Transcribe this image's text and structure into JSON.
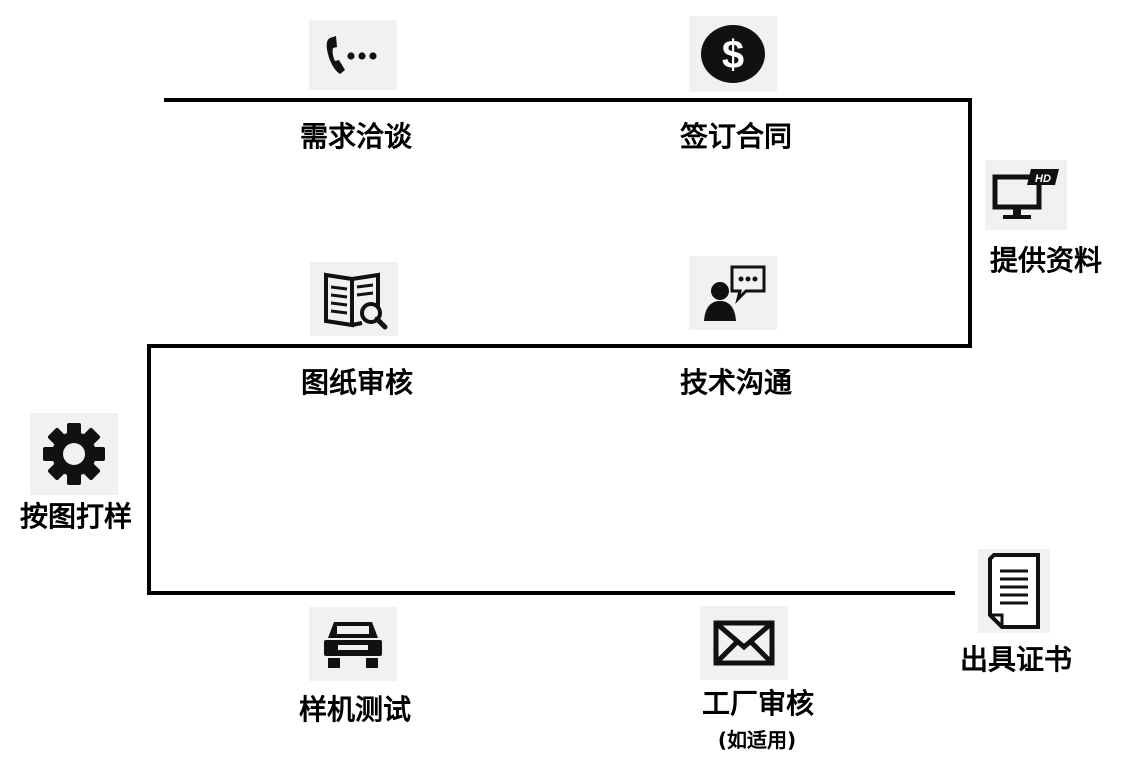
{
  "steps": [
    {
      "label": "需求洽谈",
      "icon": "phone-icon"
    },
    {
      "label": "签订合同",
      "icon": "dollar-icon"
    },
    {
      "label": "提供资料",
      "icon": "hd-monitor-icon"
    },
    {
      "label": "技术沟通",
      "icon": "chat-person-icon"
    },
    {
      "label": "图纸审核",
      "icon": "document-search-icon"
    },
    {
      "label": "按图打样",
      "icon": "gear-icon"
    },
    {
      "label": "样机测试",
      "icon": "machine-icon"
    },
    {
      "label": "工厂审核",
      "note": "(如适用)",
      "icon": "envelope-icon"
    },
    {
      "label": "出具证书",
      "icon": "certificate-icon"
    }
  ],
  "colors": {
    "line": "#000000",
    "icon": "#111111",
    "tile": "#f1f1f1"
  }
}
